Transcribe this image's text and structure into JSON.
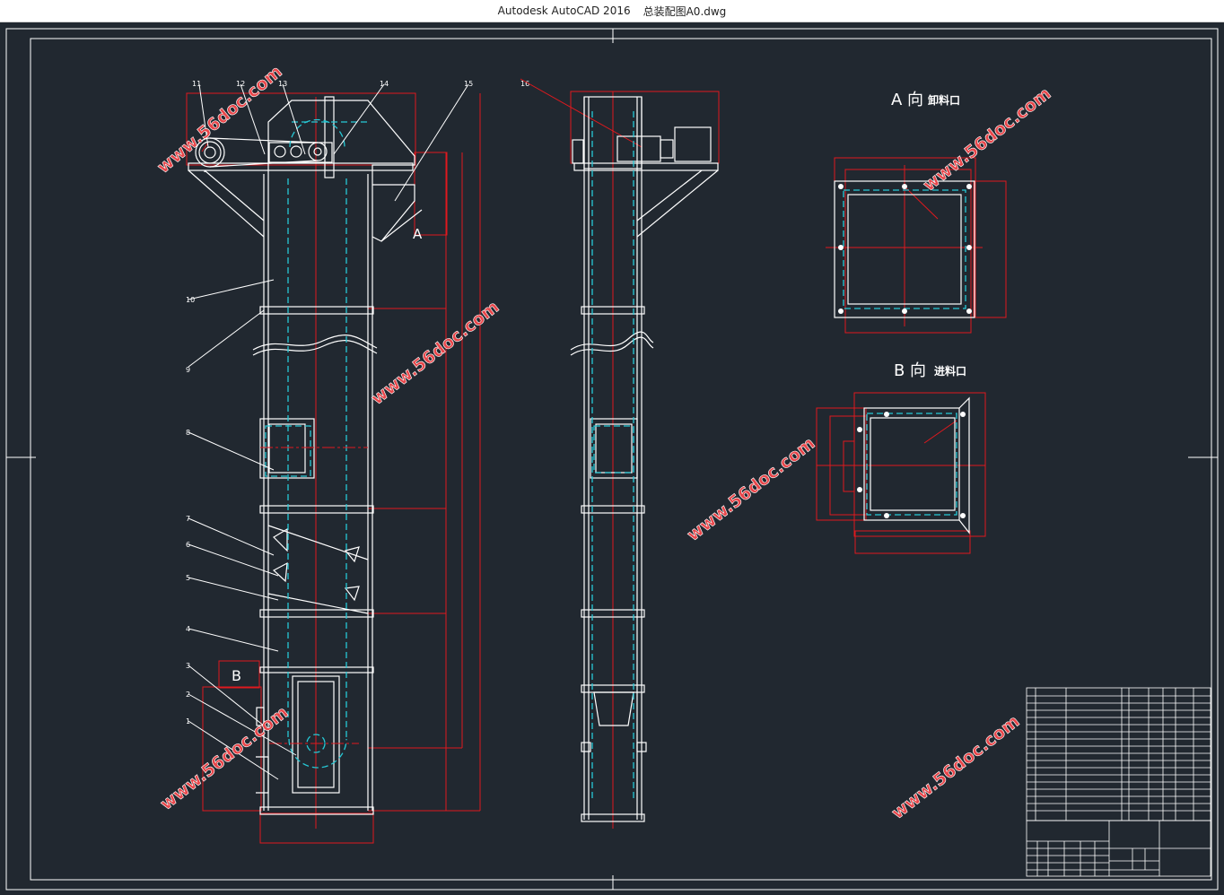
{
  "window": {
    "app_name": "Autodesk AutoCAD 2016",
    "file_name": "总装配图A0.dwg"
  },
  "drawing": {
    "view_a_letter": "A",
    "view_a_char": "向",
    "view_a_caption": "卸料口",
    "view_b_letter": "B",
    "view_b_char": "向",
    "view_b_caption": "进料口",
    "marker_a": "A",
    "marker_b": "B",
    "part_numbers": [
      "1",
      "2",
      "3",
      "4",
      "5",
      "6",
      "7",
      "8",
      "9",
      "10",
      "11",
      "12",
      "13",
      "14",
      "15",
      "16"
    ],
    "watermark": "www.56doc.com"
  },
  "colors": {
    "background": "#212830",
    "frame": "#ffffff",
    "dimension": "#e0191e",
    "center": "#e0191e",
    "hidden": "#26c9d6",
    "dim_text": "#27e04a",
    "watermark": "#e8464a"
  }
}
